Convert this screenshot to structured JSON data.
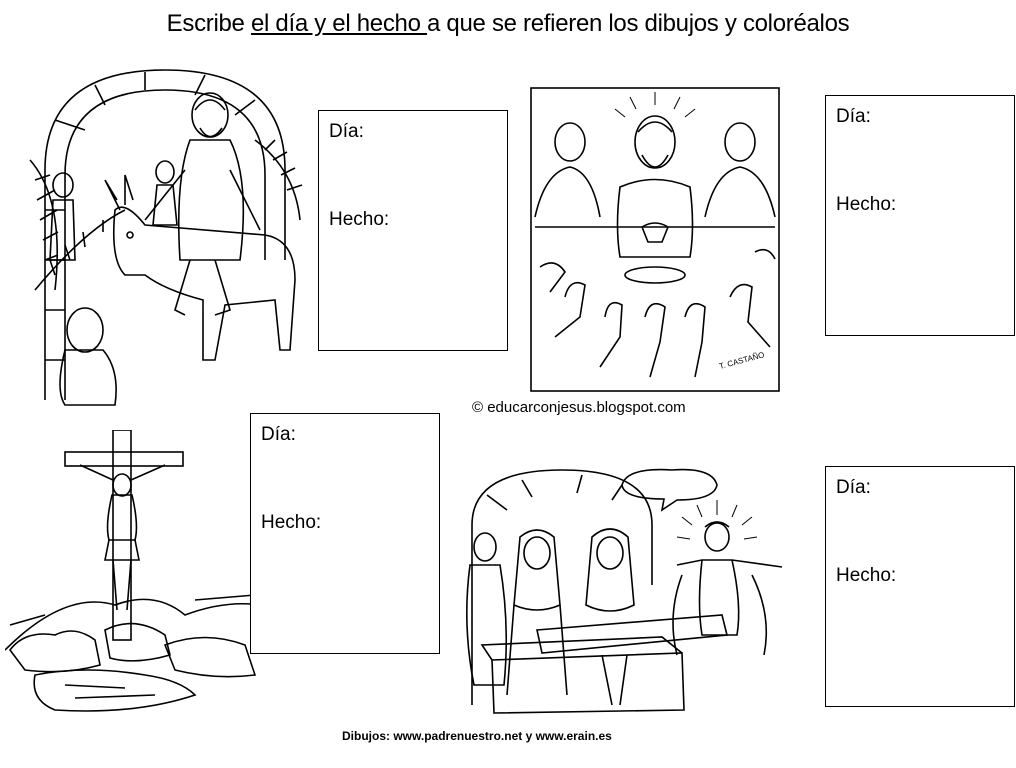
{
  "header": {
    "title_prefix": "Escribe ",
    "title_underlined": "el día y el hecho ",
    "title_suffix": "a que se refieren los dibujos y coloréalos"
  },
  "boxes": [
    {
      "dia_label": "Día:",
      "hecho_label": "Hecho:"
    },
    {
      "dia_label": "Día:",
      "hecho_label": "Hecho:"
    },
    {
      "dia_label": "Día:",
      "hecho_label": "Hecho:"
    },
    {
      "dia_label": "Día:",
      "hecho_label": "Hecho:"
    }
  ],
  "images": [
    {
      "icon": "palm-sunday-entry-illustration"
    },
    {
      "icon": "last-supper-illustration",
      "signature": "T. CASTAÑO"
    },
    {
      "icon": "crucifixion-illustration"
    },
    {
      "icon": "empty-tomb-resurrection-illustration"
    }
  ],
  "footer": {
    "copyright": "© educarconjesus.blogspot.com",
    "credits": "Dibujos: www.padrenuestro.net y www.erain.es"
  }
}
